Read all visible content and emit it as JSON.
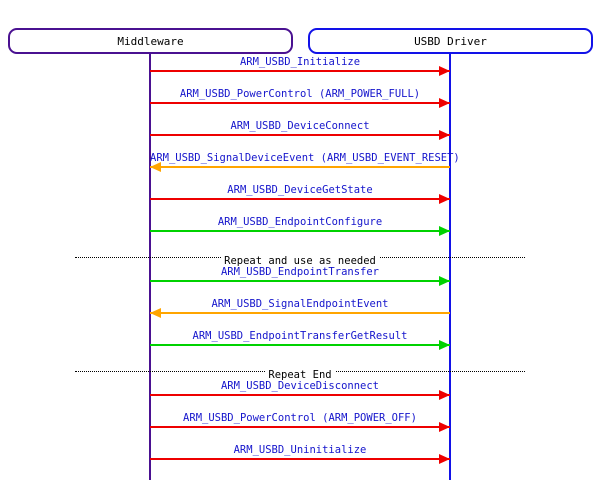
{
  "diagram": {
    "type": "sequence-diagram",
    "actors": [
      {
        "id": "middleware",
        "label": "Middleware",
        "color": "#4a1191"
      },
      {
        "id": "usbd-driver",
        "label": "USBD Driver",
        "color": "#1212e8"
      }
    ],
    "message_label_color": "#1515cc",
    "divider_color": "#000000",
    "rows": [
      {
        "type": "message",
        "label": "ARM_USBD_Initialize",
        "color": "#ee0000",
        "direction": "right",
        "from": "Middleware",
        "to": "USBD Driver"
      },
      {
        "type": "message",
        "label": "ARM_USBD_PowerControl (ARM_POWER_FULL)",
        "color": "#ee0000",
        "direction": "right",
        "from": "Middleware",
        "to": "USBD Driver"
      },
      {
        "type": "message",
        "label": "ARM_USBD_DeviceConnect",
        "color": "#ee0000",
        "direction": "right",
        "from": "Middleware",
        "to": "USBD Driver"
      },
      {
        "type": "message",
        "label": "ARM_USBD_SignalDeviceEvent (ARM_USBD_EVENT_RESET)",
        "color": "#ffa500",
        "direction": "left",
        "from": "USBD Driver",
        "to": "Middleware"
      },
      {
        "type": "message",
        "label": "ARM_USBD_DeviceGetState",
        "color": "#ee0000",
        "direction": "right",
        "from": "Middleware",
        "to": "USBD Driver"
      },
      {
        "type": "message",
        "label": "ARM_USBD_EndpointConfigure",
        "color": "#00d200",
        "direction": "right",
        "from": "Middleware",
        "to": "USBD Driver"
      },
      {
        "type": "divider",
        "label": "Repeat and use as needed"
      },
      {
        "type": "message",
        "label": "ARM_USBD_EndpointTransfer",
        "color": "#00d200",
        "direction": "right",
        "from": "Middleware",
        "to": "USBD Driver"
      },
      {
        "type": "message",
        "label": "ARM_USBD_SignalEndpointEvent",
        "color": "#ffa500",
        "direction": "left",
        "from": "USBD Driver",
        "to": "Middleware"
      },
      {
        "type": "message",
        "label": "ARM_USBD_EndpointTransferGetResult",
        "color": "#00d200",
        "direction": "right",
        "from": "Middleware",
        "to": "USBD Driver"
      },
      {
        "type": "divider",
        "label": "Repeat End"
      },
      {
        "type": "message",
        "label": "ARM_USBD_DeviceDisconnect",
        "color": "#ee0000",
        "direction": "right",
        "from": "Middleware",
        "to": "USBD Driver"
      },
      {
        "type": "message",
        "label": "ARM_USBD_PowerControl (ARM_POWER_OFF)",
        "color": "#ee0000",
        "direction": "right",
        "from": "Middleware",
        "to": "USBD Driver"
      },
      {
        "type": "message",
        "label": "ARM_USBD_Uninitialize",
        "color": "#ee0000",
        "direction": "right",
        "from": "Middleware",
        "to": "USBD Driver"
      }
    ]
  }
}
